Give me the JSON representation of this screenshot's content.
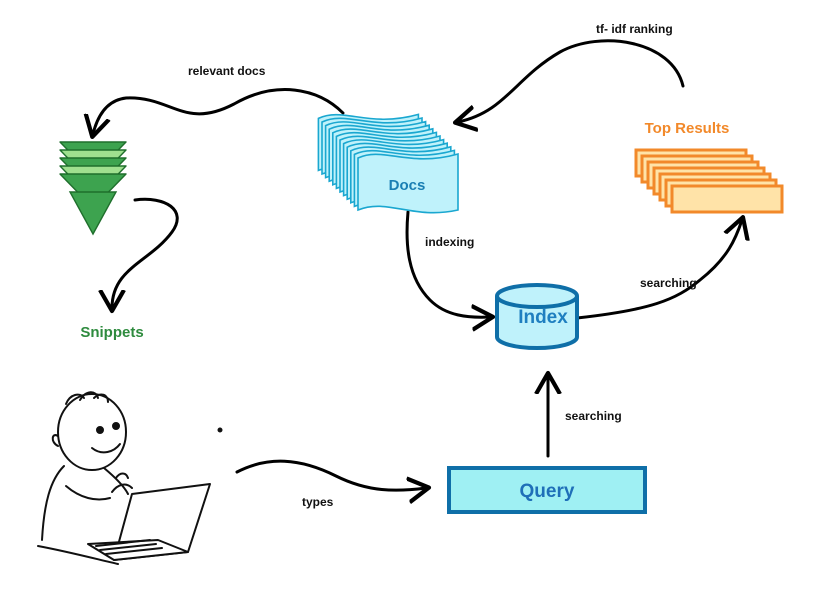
{
  "nodes": {
    "docs": "Docs",
    "top_results": "Top Results",
    "index": "Index",
    "query": "Query",
    "snippets": "Snippets"
  },
  "edges": {
    "tfidf": "tf- idf ranking",
    "relevant_docs": "relevant docs",
    "indexing": "indexing",
    "searching_results": "searching",
    "searching_query": "searching",
    "types": "types"
  },
  "colors": {
    "docs_fill": "#bff2fb",
    "docs_stroke": "#1aa7d0",
    "docs_text": "#1a7fb3",
    "results_fill": "#ffe3a8",
    "results_stroke": "#f2892a",
    "results_text": "#f2892a",
    "index_fill": "#bff2fb",
    "index_stroke": "#0f6fa8",
    "index_text": "#1f7fc0",
    "query_fill": "#9ff0f3",
    "query_stroke": "#0f6fa8",
    "query_text": "#1f6fb8",
    "snippets_fill": "#3da34f",
    "snippets_light": "#9fe08f",
    "snippets_text": "#2e8b3e"
  }
}
